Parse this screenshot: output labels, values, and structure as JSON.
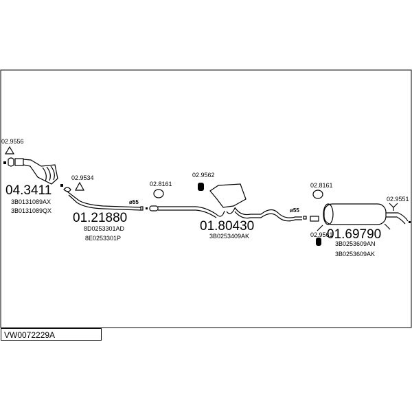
{
  "reference": "VW0072229A",
  "parts": [
    {
      "number": "04.3411",
      "oe": [
        "3B0131089AX",
        "3B0131089QX"
      ]
    },
    {
      "number": "01.21880",
      "oe": [
        "8D0253301AD",
        "8E0253301P"
      ]
    },
    {
      "number": "01.80430",
      "oe": [
        "3B0253409AK"
      ]
    },
    {
      "number": "01.69790",
      "oe": [
        "3B0253609AN",
        "3B0253609AK"
      ]
    }
  ],
  "accessories": [
    "02.9556",
    "02.9534",
    "02.8161",
    "02.9562",
    "02.8161",
    "02.9551",
    "02.9561"
  ],
  "diameters": [
    "ø55",
    "ø55"
  ]
}
